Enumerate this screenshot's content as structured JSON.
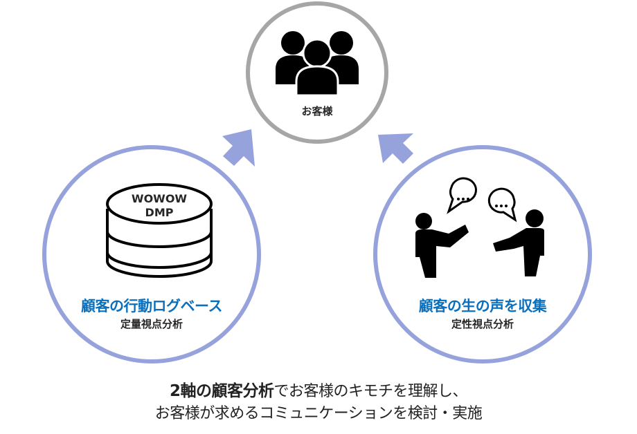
{
  "diagram": {
    "center": {
      "icon": "people-group-icon",
      "label": "お客様"
    },
    "left": {
      "icon": "database-icon",
      "db_line1": "WOWOW",
      "db_line2": "DMP",
      "title": "顧客の行動ログベース",
      "subtitle": "定量視点分析"
    },
    "right": {
      "icon": "conversation-icon",
      "title": "顧客の生の声を収集",
      "subtitle": "定性視点分析"
    },
    "arrows": [
      "arrow-up-right-icon",
      "arrow-up-left-icon"
    ],
    "caption": {
      "line1_bold": "2軸の顧客分析",
      "line1_rest": "でお客様のキモチを理解し、",
      "line2": "お客様が求めるコミュニケーションを検討・実施"
    },
    "colors": {
      "accent_circle": "#96a2dc",
      "center_circle": "#a6a6a6",
      "title_blue": "#0a6fbd",
      "icon_black": "#000000"
    }
  }
}
